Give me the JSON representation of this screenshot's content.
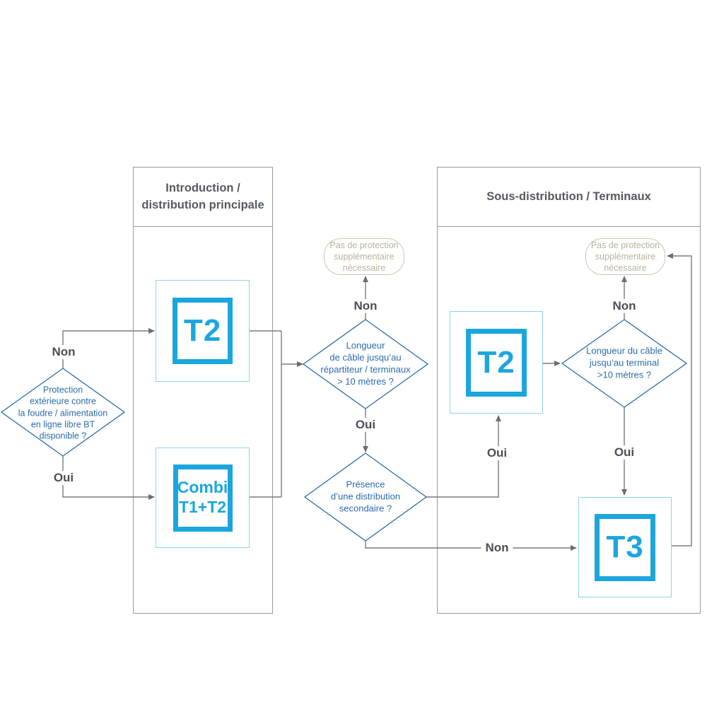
{
  "colors": {
    "device_cyan": "#1ca6dd",
    "device_outline_light_blue": "#8bd4f0",
    "decision_blue": "#2b6ca8",
    "connector_gray": "#7a7a7a",
    "edge_label_gray": "#4a4f57",
    "column_border_gray": "#9a9a9a",
    "header_text_gray": "#555a63",
    "terminator_beige_border": "#ccc6b2",
    "terminator_beige_text": "#b9b29c"
  },
  "columns": {
    "left": {
      "title": "Introduction /\ndistribution principale"
    },
    "right": {
      "title": "Sous-distribution / Terminaux"
    }
  },
  "nodes": {
    "t2_left": {
      "label": "T2"
    },
    "combi": {
      "label": "Combi\nT1+T2"
    },
    "t2_right": {
      "label": "T2"
    },
    "t3": {
      "label": "T3"
    },
    "decision_exterior_protection": {
      "text": "Protection\nextérieure contre\nla foudre / alimentation\nen ligne libre BT\ndisponible ?"
    },
    "decision_cable_length_distributor": {
      "text": "Longueur\nde câble jusqu’au\nrépartiteur / terminaux\n> 10 mètres ?"
    },
    "decision_secondary_distribution": {
      "text": "Présence\nd’une distribution\nsecondaire ?"
    },
    "decision_cable_length_terminal": {
      "text": "Longueur du câble\njusqu’au terminal\n>10 mètres ?"
    },
    "no_protection_mid": {
      "text": "Pas de protection\nsupplémentaire\nnécessaire"
    },
    "no_protection_right": {
      "text": "Pas de protection\nsupplémentaire\nnécessaire"
    }
  },
  "edges": {
    "left_non": "Non",
    "left_oui": "Oui",
    "mid_non": "Non",
    "mid_oui": "Oui",
    "sec_oui": "Oui",
    "sec_non": "Non",
    "right_non": "Non",
    "right_oui": "Oui"
  }
}
